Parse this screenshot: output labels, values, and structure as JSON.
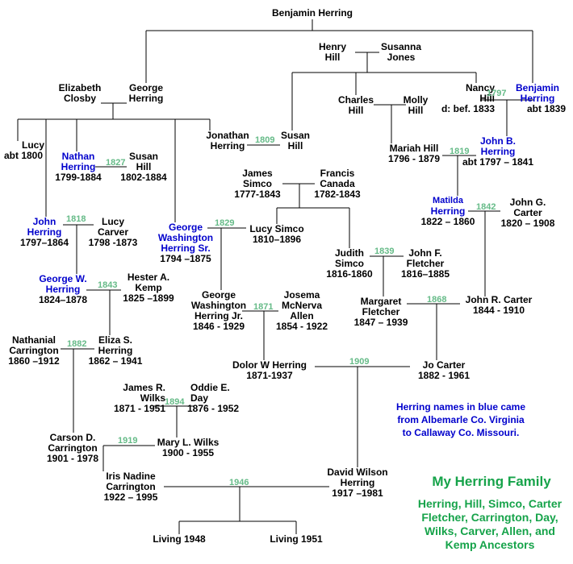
{
  "colors": {
    "line": "#000000",
    "blue": "#0000cc",
    "year": "#66bb88",
    "green": "#16a34a"
  },
  "people": {
    "benjamin_top": "Benjamin  Herring",
    "henry_hill": [
      "Henry",
      "Hill"
    ],
    "susanna_jones": [
      "Susanna",
      "Jones"
    ],
    "elizabeth_closby": [
      "Elizabeth",
      "Closby"
    ],
    "george_herring": [
      "George",
      "Herring"
    ],
    "charles_hill": [
      "Charles",
      "Hill"
    ],
    "molly_hill": [
      "Molly",
      "Hill"
    ],
    "nancy_hill": [
      "Nancy",
      "Hill",
      "d: bef. 1833"
    ],
    "benjamin_herring": [
      "Benjamin",
      "Herring",
      "abt 1839"
    ],
    "lucy": [
      "Lucy",
      "abt 1800"
    ],
    "nathan_herring": [
      "Nathan",
      "Herring",
      "1799-1884"
    ],
    "susan_hill_1": [
      "Susan",
      "Hill",
      "1802-1884"
    ],
    "jonathan_herring": [
      "Jonathan",
      "Herring"
    ],
    "susan_hill_2": [
      "Susan",
      "Hill"
    ],
    "mariah_hill": [
      "Mariah Hill",
      "1796 - 1879"
    ],
    "john_b_herring": [
      "John B.",
      "Herring",
      "abt 1797 – 1841"
    ],
    "james_simco": [
      "James",
      "Simco",
      "1777-1843"
    ],
    "francis_canada": [
      "Francis",
      "Canada",
      "1782-1843"
    ],
    "matilda_herring": [
      "Matilda",
      "Herring",
      "1822 – 1860"
    ],
    "john_g_carter": [
      "John G.",
      "Carter",
      "1820  –  1908"
    ],
    "john_herring": [
      "John",
      "Herring",
      "1797–1864"
    ],
    "lucy_carver": [
      "Lucy",
      "Carver",
      "1798 -1873"
    ],
    "george_washington_sr": [
      "George",
      "Washington",
      "Herring Sr.",
      "1794 –1875"
    ],
    "lucy_simco": [
      "Lucy Simco",
      "1810–1896"
    ],
    "judith_simco": [
      "Judith",
      "Simco",
      "1816-1860"
    ],
    "john_f_fletcher": [
      "John F.",
      "Fletcher",
      "1816–1885"
    ],
    "george_w_herring": [
      "George W.",
      "Herring",
      "1824–1878"
    ],
    "hester_kemp": [
      "Hester A.",
      "Kemp",
      "1825 –1899"
    ],
    "gw_herring_jr": [
      "George",
      "Washington",
      "Herring Jr.",
      "1846 - 1929"
    ],
    "josema_allen": [
      "Josema",
      "McNerva",
      "Allen",
      "1854 - 1922"
    ],
    "margaret_fletcher": [
      "Margaret",
      "Fletcher",
      "1847 – 1939"
    ],
    "john_r_carter": [
      "John R. Carter",
      "1844 - 1910"
    ],
    "nathanial_carrington": [
      "Nathanial",
      "Carrington",
      "1860 –1912"
    ],
    "eliza_herring": [
      "Eliza S.",
      "Herring",
      "1862 – 1941"
    ],
    "dolor_herring": [
      "Dolor W Herring",
      "1871-1937"
    ],
    "jo_carter": [
      "Jo Carter",
      "1882  -  1961"
    ],
    "james_wilks": [
      "James R.",
      "Wilks",
      "1871 - 1951"
    ],
    "oddie_day": [
      "Oddie E.",
      "Day",
      "1876 - 1952"
    ],
    "carson_carrington": [
      "Carson D.",
      "Carrington",
      "1901 - 1978"
    ],
    "mary_wilks": [
      "Mary L. Wilks",
      "1900  -  1955"
    ],
    "iris_carrington": [
      "Iris Nadine",
      "Carrington",
      "1922 – 1995"
    ],
    "david_herring": [
      "David Wilson",
      "Herring",
      "1917 –1981"
    ],
    "living_1948": "Living 1948",
    "living_1951": "Living 1951"
  },
  "marriages": {
    "m1797": "1797",
    "m1809": "1809",
    "m1827": "1827",
    "m1819": "1819",
    "m1818": "1818",
    "m1829": "1829",
    "m1842": "1842",
    "m1839": "1839",
    "m1843": "1843",
    "m1871": "1871",
    "m1868": "1868",
    "m1882": "1882",
    "m1909": "1909",
    "m1894": "1894",
    "m1919": "1919",
    "m1946": "1946"
  },
  "note": [
    "Herring names in blue came",
    "from Albemarle Co. Virginia",
    "to Callaway Co. Missouri."
  ],
  "title": "My Herring Family",
  "subtitle": [
    "Herring, Hill, Simco, Carter",
    "Fletcher, Carrington, Day,",
    "Wilks, Carver, Allen, and",
    "Kemp Ancestors"
  ]
}
